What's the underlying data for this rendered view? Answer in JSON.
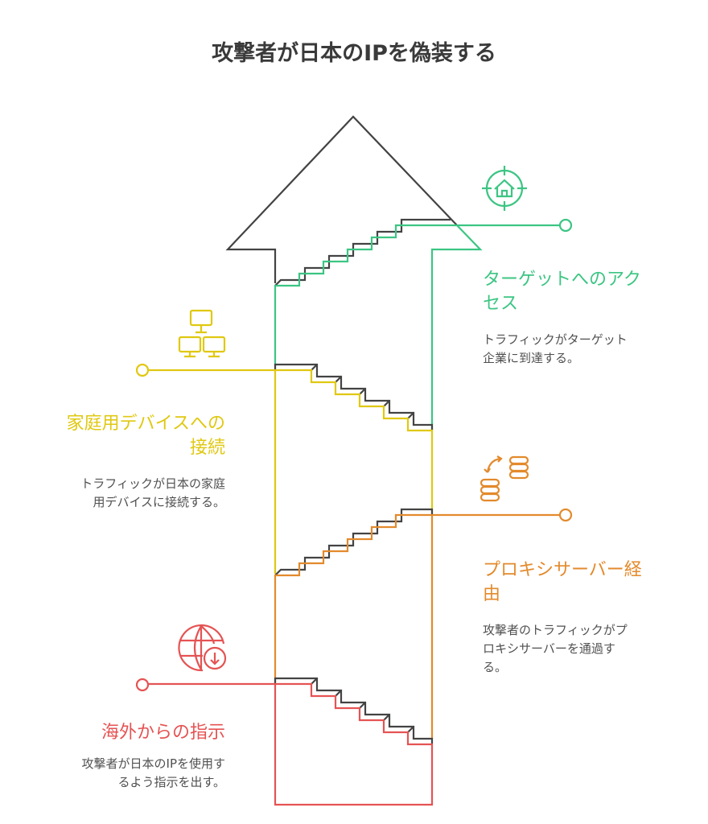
{
  "title": "攻撃者が日本のIPを偽装する",
  "colors": {
    "green": "#3cc583",
    "yellow": "#e0c811",
    "orange": "#e38a2c",
    "red": "#e55353",
    "outline": "#434343"
  },
  "steps": [
    {
      "id": "target",
      "icon": "target-home-icon",
      "color": "#3cc583",
      "title_lines": [
        "ターゲットへのアク",
        "セス"
      ],
      "desc_lines": [
        "トラフィックがターゲット",
        "企業に到達する。"
      ]
    },
    {
      "id": "home-devices",
      "icon": "network-computers-icon",
      "color": "#e0c811",
      "title_lines": [
        "家庭用デバイスへの",
        "接続"
      ],
      "desc_lines": [
        "トラフィックが日本の家庭",
        "用デバイスに接続する。"
      ]
    },
    {
      "id": "proxy",
      "icon": "server-exchange-icon",
      "color": "#e38a2c",
      "title_lines": [
        "プロキシサーバー経",
        "由"
      ],
      "desc_lines": [
        "攻撃者のトラフィックがプ",
        "ロキシサーバーを通過す",
        "る。"
      ]
    },
    {
      "id": "overseas",
      "icon": "globe-download-icon",
      "color": "#e55353",
      "title_lines": [
        "海外からの指示"
      ],
      "desc_lines": [
        "攻撃者が日本のIPを使用す",
        "るよう指示を出す。"
      ]
    }
  ]
}
